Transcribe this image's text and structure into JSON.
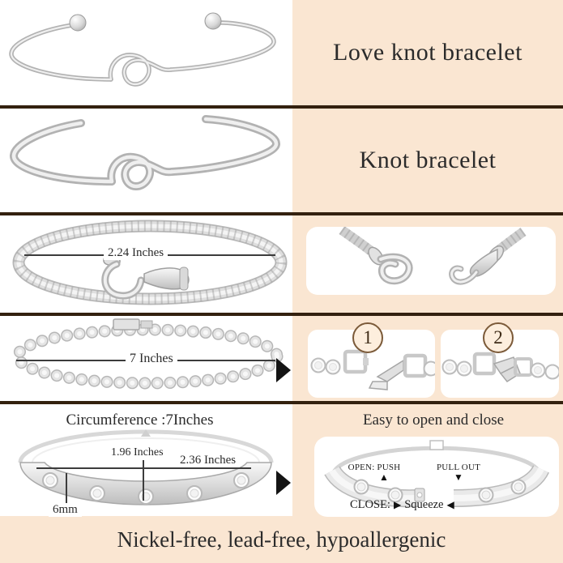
{
  "product_rows": {
    "row1": {
      "label": "Love knot bracelet"
    },
    "row2": {
      "label": "Knot bracelet"
    },
    "row3": {
      "width_measurement": "2.24 Inches"
    },
    "row4": {
      "length_measurement": "7 Inches",
      "step_1": "1",
      "step_2": "2"
    },
    "row5": {
      "circumference": "Circumference :7Inches",
      "inner_width": "1.96 Inches",
      "outer_width": "2.36 Inches",
      "band_width": "6mm",
      "right_title": "Easy to open and close",
      "open_label": "OPEN: PUSH",
      "pull_label": "PULL OUT",
      "close_label": "CLOSE:",
      "squeeze_label": "Squeeze"
    }
  },
  "footer": {
    "text": "Nickel-free, lead-free, hypoallergenic"
  },
  "icons": {
    "push_up_triangle": "▲",
    "pull_down_triangle": "▼",
    "squeeze_right_triangle": "▶",
    "squeeze_left_triangle": "◀"
  },
  "colors": {
    "peach_background": "#FAE6D2",
    "divider_brown": "#33210F",
    "panel_white": "#FFFFFF",
    "text_dark": "#262626",
    "silver": "#C9C9C9",
    "arrow_black": "#141414"
  }
}
